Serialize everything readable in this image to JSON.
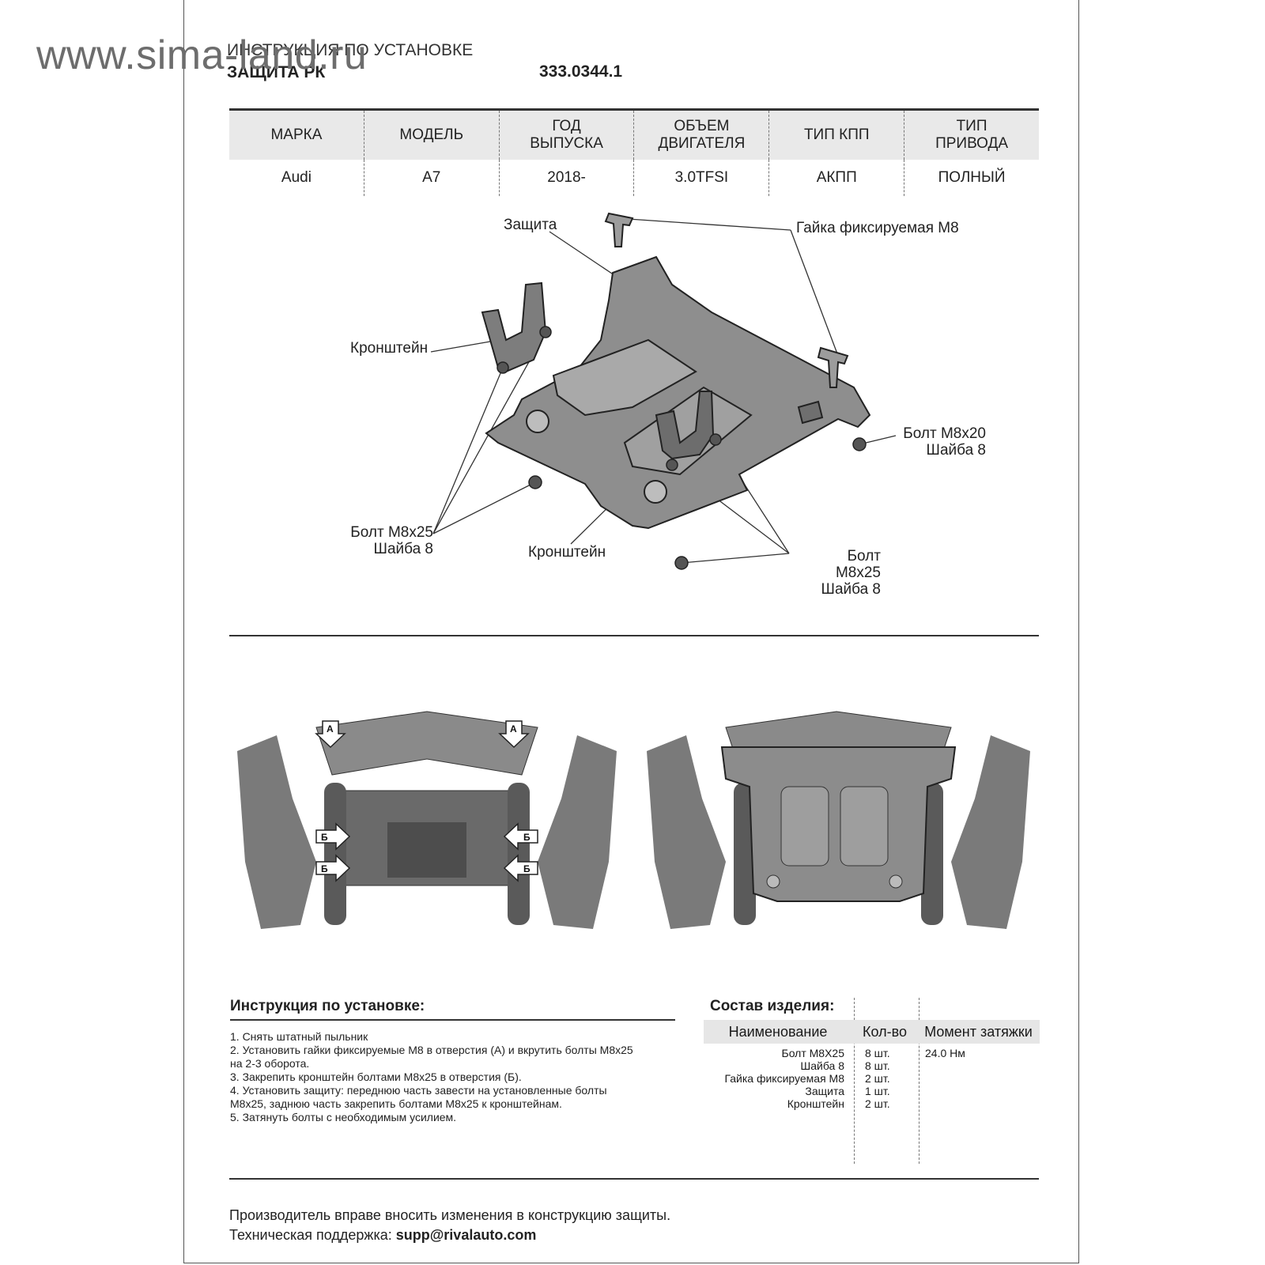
{
  "watermark": "www.sima-land.ru",
  "header": {
    "title": "ИНСТРУКЦИЯ ПО УСТАНОВКЕ",
    "subtitle": "ЗАЩИТА РК",
    "part_code": "333.0344.1"
  },
  "spec_table": {
    "headers": [
      "МАРКА",
      "МОДЕЛЬ",
      "ГОД\nВЫПУСКА",
      "ОБЪЕМ\nДВИГАТЕЛЯ",
      "ТИП КПП",
      "ТИП\nПРИВОДА"
    ],
    "values": [
      "Audi",
      "A7",
      "2018-",
      "3.0TFSI",
      "АКПП",
      "ПОЛНЫЙ"
    ]
  },
  "diagram": {
    "labels": {
      "shield": "Защита",
      "nut": "Гайка фиксируемая М8",
      "bracket_left": "Кронштейн",
      "bolt_right": "Болт М8х20\nШайба 8",
      "bolt_left": "Болт М8х25\nШайба 8",
      "bracket_center": "Кронштейн",
      "bolt_center": "Болт М8х25\nШайба 8"
    }
  },
  "photos": {
    "marker_a": "А",
    "marker_b": "Б"
  },
  "instructions": {
    "title": "Инструкция по установке:",
    "steps": [
      "1. Снять штатный пыльник",
      "2. Установить гайки фиксируемые М8 в отверстия (А) и вкрутить болты М8х25",
      "на 2-3 оборота.",
      "3. Закрепить кронштейн болтами М8х25 в отверстия (Б).",
      "4. Установить защиту: переднюю часть завести на установленные болты",
      "М8х25, заднюю часть закрепить болтами М8х25 к кронштейнам.",
      "5. Затянуть болты с необходимым усилием."
    ]
  },
  "composition": {
    "title": "Состав изделия:",
    "headers": [
      "Наименование",
      "Кол-во",
      "Момент затяжки"
    ],
    "rows": [
      {
        "name": "Болт М8Х25",
        "qty": "8 шт.",
        "torque": "24.0 Нм"
      },
      {
        "name": "Шайба 8",
        "qty": "8 шт.",
        "torque": ""
      },
      {
        "name": "Гайка фиксируемая М8",
        "qty": "2 шт.",
        "torque": ""
      },
      {
        "name": "Защита",
        "qty": "1 шт.",
        "torque": ""
      },
      {
        "name": "Кронштейн",
        "qty": "2 шт.",
        "torque": ""
      }
    ]
  },
  "footer": {
    "disclaimer": "Производитель вправе вносить изменения в конструкцию защиты.",
    "support_label": "Техническая поддержка:",
    "support_email": "supp@rivalauto.com"
  }
}
